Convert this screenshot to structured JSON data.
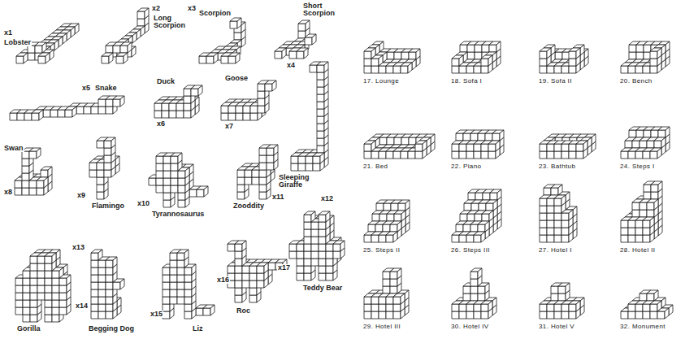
{
  "diagram": {
    "labels": [
      "x1",
      "Lobster",
      "x2",
      "Long Scorpion",
      "x3",
      "Scorpion",
      "Short Scorpion",
      "x4",
      "x5",
      "Snake",
      "Duck",
      "x6",
      "Goose",
      "x7",
      "Sleeping Giraffe",
      "x12",
      "Swan",
      "x8",
      "x9",
      "Flamingo",
      "x10",
      "Tyrannosaurus",
      "Zooddity",
      "x11",
      "Teddy Bear",
      "x17",
      "Gorilla",
      "x13",
      "x14",
      "Begging Dog",
      "x15",
      "Liz",
      "x16",
      "Roc",
      "17. Lounge",
      "18. Sofa I",
      "19. Sofa II",
      "20. Bench",
      "21. Bed",
      "22. Piano",
      "23. Bathtub",
      "24. Steps I",
      "25. Steps II",
      "26. Steps III",
      "27. Hotel I",
      "28. Hotel II",
      "29. Hotel III",
      "30. Hotel IV",
      "31. Hotel V",
      "32. Monument"
    ]
  }
}
